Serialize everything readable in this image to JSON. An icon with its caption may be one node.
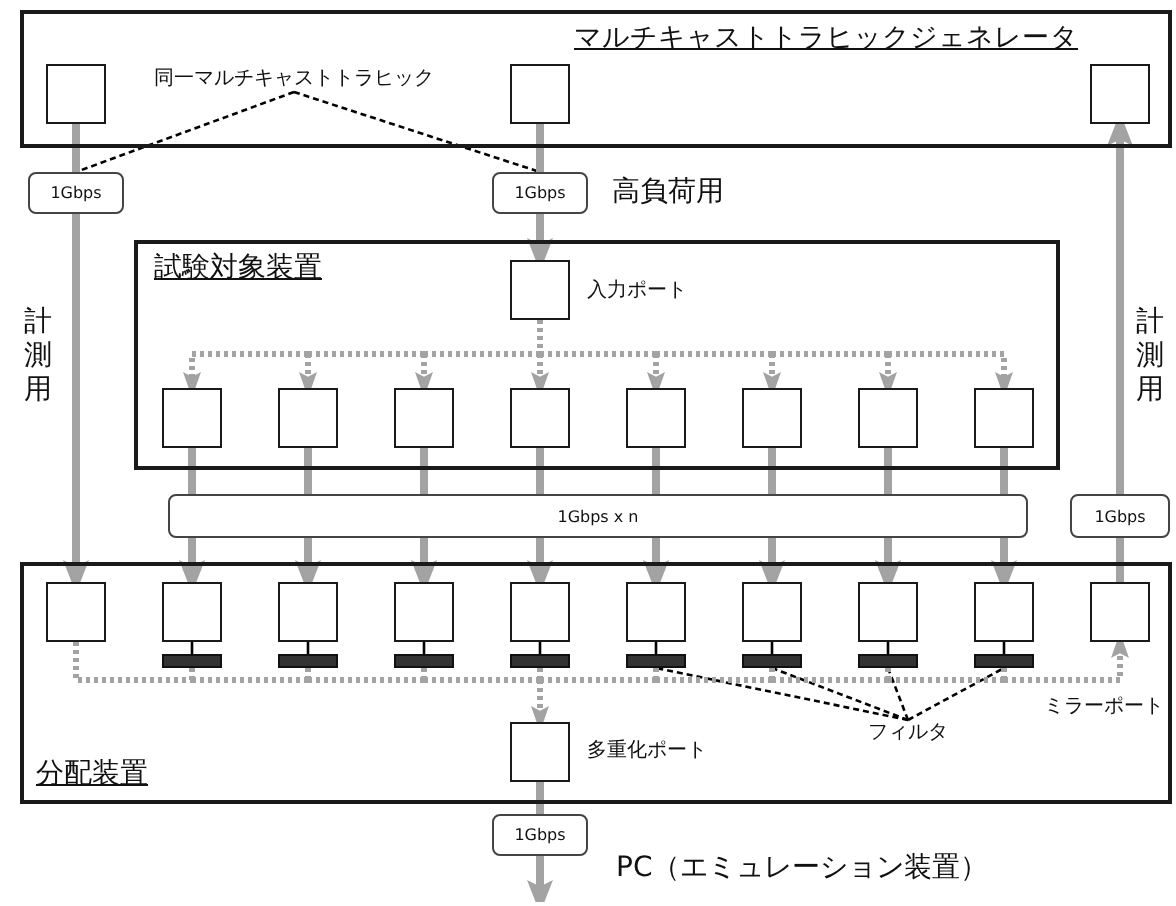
{
  "diagram": {
    "nodes": [
      {
        "text": [
          "マルチキャストトラヒックジェネレータ"
        ]
      },
      {
        "text": [],
        "shape": "box",
        "in": 0
      },
      {
        "text": [
          "同一マルチキャストトラヒック"
        ],
        "in": 0
      },
      {
        "text": [],
        "shape": "box",
        "in": 0
      },
      {
        "text": [],
        "shape": "box",
        "in": 0
      },
      {
        "text": [
          "1Gbps"
        ]
      },
      {
        "text": [
          "1Gbps"
        ]
      },
      {
        "text": [
          "試験対象装置"
        ]
      },
      {
        "text": [],
        "shape": "box",
        "in": 7,
        "beside": [
          "入力ポート"
        ]
      },
      {
        "text": [],
        "shape": "box",
        "in": 7
      },
      {
        "text": [],
        "shape": "box",
        "in": 7
      },
      {
        "text": [],
        "shape": "box",
        "in": 7
      },
      {
        "text": [],
        "shape": "box",
        "in": 7
      },
      {
        "text": [],
        "shape": "box",
        "in": 7
      },
      {
        "text": [],
        "shape": "box",
        "in": 7
      },
      {
        "text": [],
        "shape": "box",
        "in": 7
      },
      {
        "text": [],
        "shape": "box",
        "in": 7
      },
      {
        "text": [
          "1Gbps x n"
        ]
      },
      {
        "text": [
          "1Gbps"
        ]
      },
      {
        "text": [
          "分配装置"
        ]
      },
      {
        "text": [],
        "shape": "box",
        "in": 19
      },
      {
        "text": [],
        "shape": "box",
        "in": 19
      },
      {
        "text": [],
        "shape": "box",
        "in": 19
      },
      {
        "text": [],
        "shape": "box",
        "in": 19
      },
      {
        "text": [],
        "shape": "box",
        "in": 19
      },
      {
        "text": [],
        "shape": "box",
        "in": 19
      },
      {
        "text": [],
        "shape": "box",
        "in": 19
      },
      {
        "text": [],
        "shape": "box",
        "in": 19
      },
      {
        "text": [],
        "shape": "box",
        "in": 19
      },
      {
        "text": [],
        "shape": "box",
        "in": 19
      },
      {
        "text": [],
        "shape": "bar",
        "in": 19
      },
      {
        "text": [],
        "shape": "bar",
        "in": 19
      },
      {
        "text": [],
        "shape": "bar",
        "in": 19
      },
      {
        "text": [],
        "shape": "bar",
        "in": 19
      },
      {
        "text": [],
        "shape": "bar",
        "in": 19
      },
      {
        "text": [],
        "shape": "bar",
        "in": 19
      },
      {
        "text": [],
        "shape": "bar",
        "in": 19
      },
      {
        "text": [],
        "shape": "bar",
        "in": 19
      },
      {
        "text": [
          "フィルタ"
        ],
        "in": 19
      },
      {
        "text": [],
        "shape": "box",
        "in": 19,
        "beside": [
          "多重化ポート"
        ]
      },
      {
        "text": [
          "1Gbps"
        ]
      }
    ],
    "edges": [
      {
        "from": 1,
        "to": 5,
        "arrow": "none"
      },
      {
        "from": 5,
        "to": 20,
        "arrow": "to"
      },
      {
        "from": 3,
        "to": 6,
        "arrow": "none"
      },
      {
        "from": 6,
        "to": 8,
        "arrow": "to"
      },
      {
        "from": 29,
        "to": 18,
        "arrow": "none"
      },
      {
        "from": 18,
        "to": 4,
        "arrow": "to"
      },
      {
        "from": 2,
        "to": 5,
        "arrow": "none",
        "style": "dashed",
        "color": "#000000"
      },
      {
        "from": 2,
        "to": 6,
        "arrow": "none",
        "style": "dashed",
        "color": "#000000"
      },
      {
        "from": 8,
        "to": 9,
        "arrow": "to",
        "style": "dashed"
      },
      {
        "from": 8,
        "to": 10,
        "arrow": "to",
        "style": "dashed"
      },
      {
        "from": 8,
        "to": 11,
        "arrow": "to",
        "style": "dashed"
      },
      {
        "from": 8,
        "to": 12,
        "arrow": "to",
        "style": "dashed"
      },
      {
        "from": 8,
        "to": 13,
        "arrow": "to",
        "style": "dashed"
      },
      {
        "from": 8,
        "to": 14,
        "arrow": "to",
        "style": "dashed"
      },
      {
        "from": 8,
        "to": 15,
        "arrow": "to",
        "style": "dashed"
      },
      {
        "from": 8,
        "to": 16,
        "arrow": "to",
        "style": "dashed"
      },
      {
        "from": 9,
        "to": 17,
        "arrow": "none"
      },
      {
        "from": 10,
        "to": 17,
        "arrow": "none"
      },
      {
        "from": 11,
        "to": 17,
        "arrow": "none"
      },
      {
        "from": 12,
        "to": 17,
        "arrow": "none"
      },
      {
        "from": 13,
        "to": 17,
        "arrow": "none"
      },
      {
        "from": 14,
        "to": 17,
        "arrow": "none"
      },
      {
        "from": 15,
        "to": 17,
        "arrow": "none"
      },
      {
        "from": 16,
        "to": 17,
        "arrow": "none"
      },
      {
        "from": 17,
        "to": 21,
        "arrow": "to"
      },
      {
        "from": 17,
        "to": 22,
        "arrow": "to"
      },
      {
        "from": 17,
        "to": 23,
        "arrow": "to"
      },
      {
        "from": 17,
        "to": 24,
        "arrow": "to"
      },
      {
        "from": 17,
        "to": 25,
        "arrow": "to"
      },
      {
        "from": 17,
        "to": 26,
        "arrow": "to"
      },
      {
        "from": 17,
        "to": 27,
        "arrow": "to"
      },
      {
        "from": 17,
        "to": 28,
        "arrow": "to"
      },
      {
        "from": 21,
        "to": 30,
        "arrow": "none",
        "color": "#000000"
      },
      {
        "from": 22,
        "to": 31,
        "arrow": "none",
        "color": "#000000"
      },
      {
        "from": 23,
        "to": 32,
        "arrow": "none",
        "color": "#000000"
      },
      {
        "from": 24,
        "to": 33,
        "arrow": "none",
        "color": "#000000"
      },
      {
        "from": 25,
        "to": 34,
        "arrow": "none",
        "color": "#000000"
      },
      {
        "from": 26,
        "to": 35,
        "arrow": "none",
        "color": "#000000"
      },
      {
        "from": 27,
        "to": 36,
        "arrow": "none",
        "color": "#000000"
      },
      {
        "from": 28,
        "to": 37,
        "arrow": "none",
        "color": "#000000"
      },
      {
        "from": 20,
        "to": 29,
        "arrow": "to",
        "style": "dashed"
      },
      {
        "from": 20,
        "to": 39,
        "arrow": "to",
        "style": "dashed"
      },
      {
        "from": 30,
        "to": 29,
        "arrow": "to",
        "style": "dashed"
      },
      {
        "from": 31,
        "to": 29,
        "arrow": "to",
        "style": "dashed"
      },
      {
        "from": 32,
        "to": 29,
        "arrow": "to",
        "style": "dashed"
      },
      {
        "from": 33,
        "to": 29,
        "arrow": "to",
        "style": "dashed"
      },
      {
        "from": 34,
        "to": 29,
        "arrow": "to",
        "style": "dashed"
      },
      {
        "from": 35,
        "to": 29,
        "arrow": "to",
        "style": "dashed"
      },
      {
        "from": 36,
        "to": 29,
        "arrow": "to",
        "style": "dashed"
      },
      {
        "from": 37,
        "to": 29,
        "arrow": "to",
        "style": "dashed"
      },
      {
        "from": 30,
        "to": 39,
        "arrow": "to",
        "style": "dashed"
      },
      {
        "from": 31,
        "to": 39,
        "arrow": "to",
        "style": "dashed"
      },
      {
        "from": 32,
        "to": 39,
        "arrow": "to",
        "style": "dashed"
      },
      {
        "from": 33,
        "to": 39,
        "arrow": "to",
        "style": "dashed"
      },
      {
        "from": 34,
        "to": 39,
        "arrow": "to",
        "style": "dashed"
      },
      {
        "from": 35,
        "to": 39,
        "arrow": "to",
        "style": "dashed"
      },
      {
        "from": 36,
        "to": 39,
        "arrow": "to",
        "style": "dashed"
      },
      {
        "from": 37,
        "to": 39,
        "arrow": "to",
        "style": "dashed"
      },
      {
        "from": 38,
        "to": 34,
        "arrow": "none",
        "style": "dashed",
        "color": "#000000"
      },
      {
        "from": 38,
        "to": 35,
        "arrow": "none",
        "style": "dashed",
        "color": "#000000"
      },
      {
        "from": 38,
        "to": 36,
        "arrow": "none",
        "style": "dashed",
        "color": "#000000"
      },
      {
        "from": 38,
        "to": 37,
        "arrow": "none",
        "style": "dashed",
        "color": "#000000"
      },
      {
        "from": 39,
        "to": 40,
        "arrow": "none"
      },
      {
        "from": 40,
        "to": null,
        "arrow": "to"
      }
    ],
    "labels": [
      "高負荷用",
      "計測用",
      "計測用",
      "ミラーポート",
      "PC（エミュレーション装置）"
    ]
  }
}
